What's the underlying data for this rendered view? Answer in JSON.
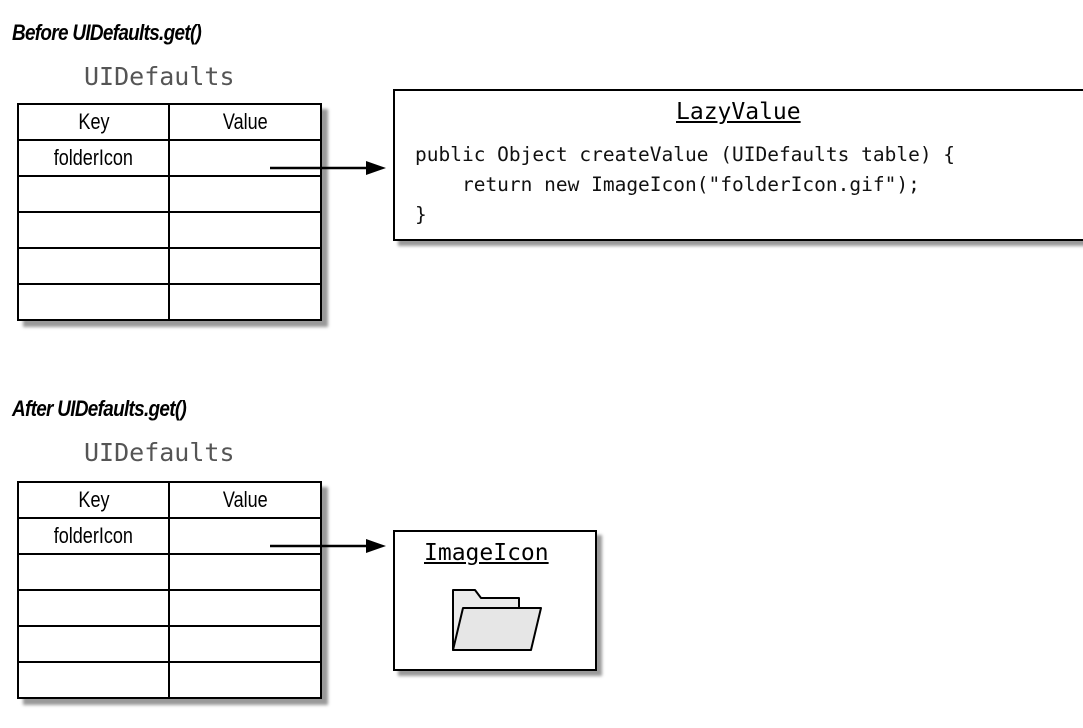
{
  "before": {
    "heading": "Before UIDefaults.get()",
    "table_title": "UIDefaults",
    "columns": [
      "Key",
      "Value"
    ],
    "rows": [
      [
        "folderIcon",
        ""
      ],
      [
        "",
        ""
      ],
      [
        "",
        ""
      ],
      [
        "",
        ""
      ],
      [
        "",
        ""
      ]
    ],
    "target": {
      "title": "LazyValue",
      "code": [
        "public Object createValue (UIDefaults table) {",
        "    return new ImageIcon(\"folderIcon.gif\");",
        "}"
      ]
    }
  },
  "after": {
    "heading": "After UIDefaults.get()",
    "table_title": "UIDefaults",
    "columns": [
      "Key",
      "Value"
    ],
    "rows": [
      [
        "folderIcon",
        ""
      ],
      [
        "",
        ""
      ],
      [
        "",
        ""
      ],
      [
        "",
        ""
      ],
      [
        "",
        ""
      ]
    ],
    "target": {
      "title": "ImageIcon",
      "icon": "folder-icon"
    }
  }
}
